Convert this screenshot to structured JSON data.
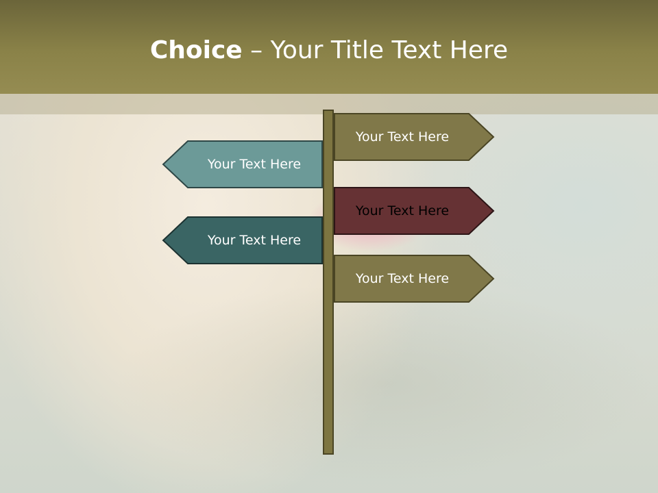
{
  "title": {
    "bold": "Choice",
    "rest": " – Your Title Text Here"
  },
  "signs": [
    {
      "label": "Your Text Here",
      "color": "#807849",
      "text_color": "#ffffff",
      "direction": "right"
    },
    {
      "label": "Your Text Here",
      "color": "#6c9a98",
      "text_color": "#ffffff",
      "direction": "left"
    },
    {
      "label": "Your Text Here",
      "color": "#663234",
      "text_color": "#000000",
      "direction": "right"
    },
    {
      "label": "Your Text Here",
      "color": "#3a6564",
      "text_color": "#ffffff",
      "direction": "left"
    },
    {
      "label": "Your Text Here",
      "color": "#807849",
      "text_color": "#ffffff",
      "direction": "right"
    }
  ]
}
